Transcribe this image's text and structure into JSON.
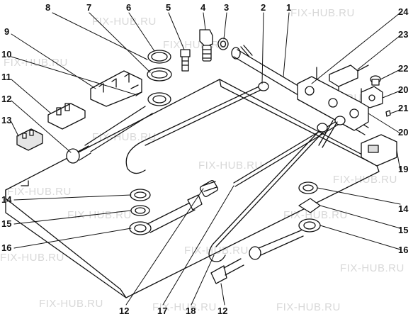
{
  "watermark": "FIX-HUB.RU",
  "callouts": {
    "c1": "1",
    "c2": "2",
    "c3": "3",
    "c4": "4",
    "c5": "5",
    "c6": "6",
    "c7": "7",
    "c8": "8",
    "c9": "9",
    "c10": "10",
    "c11": "11",
    "c12a": "12",
    "c12b": "12",
    "c12c": "12",
    "c13": "13",
    "c14a": "14",
    "c14b": "14",
    "c15a": "15",
    "c15b": "15",
    "c16a": "16",
    "c16b": "16",
    "c17": "17",
    "c18": "18",
    "c19": "19",
    "c20a": "20",
    "c20b": "20",
    "c21": "21",
    "c22": "22",
    "c23": "23",
    "c24": "24"
  }
}
